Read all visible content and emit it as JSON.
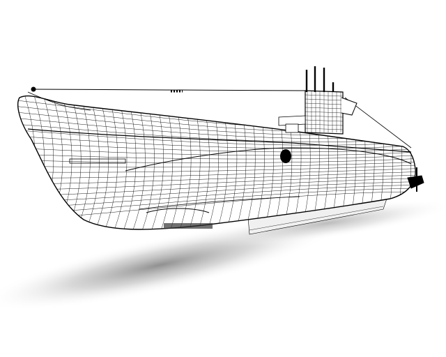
{
  "scene": {
    "subject": "submarine-wireframe",
    "colors": {
      "background": "#ffffff",
      "line": "#000000",
      "hull_fill": "#ffffff",
      "keel_fill": "#f0f0f0",
      "shadow": "#9a9a9a"
    },
    "parts": [
      "hull",
      "deck",
      "conning-tower",
      "periscopes",
      "keel",
      "propeller",
      "shadow"
    ]
  }
}
